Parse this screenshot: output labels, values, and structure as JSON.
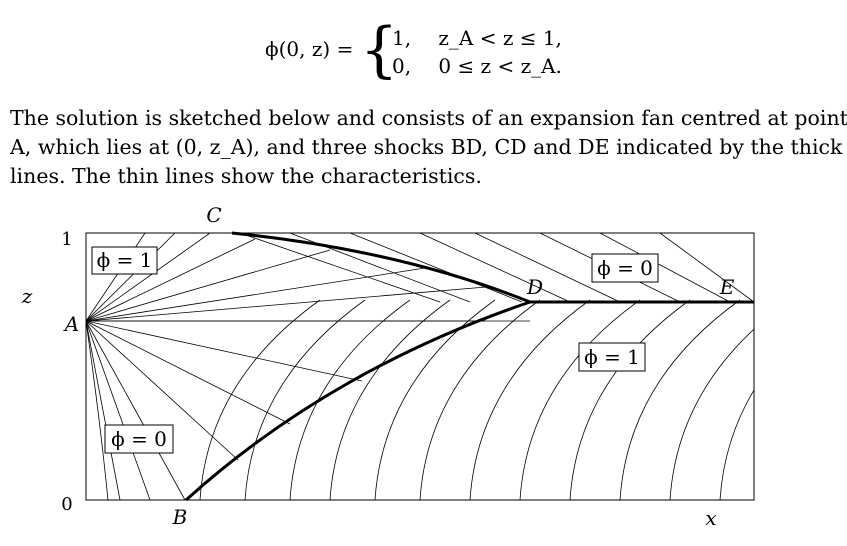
{
  "equation": {
    "lhs": "ϕ(0, z) =",
    "cases": [
      {
        "value": "1,",
        "condition": "z_A < z ≤ 1,"
      },
      {
        "value": "0,",
        "condition": "0 ≤ z < z_A."
      }
    ]
  },
  "paragraph": {
    "line1": "The solution is sketched below and consists of an expansion fan centred at point",
    "line2": "A, which lies at (0, z_A), and three shocks BD, CD and DE indicated by the thick",
    "line3": "lines. The thin lines show the characteristics."
  },
  "figure": {
    "point_labels": {
      "A": "A",
      "B": "B",
      "C": "C",
      "D": "D",
      "E": "E"
    },
    "axis_labels": {
      "x": "x",
      "z": "z"
    },
    "tick_labels": {
      "z_top": "1",
      "z_bottom": "0"
    },
    "region_labels": {
      "top_left": "ϕ = 1",
      "top_right": "ϕ = 0",
      "mid_right": "ϕ = 1",
      "bottom_left": "ϕ = 0"
    }
  }
}
